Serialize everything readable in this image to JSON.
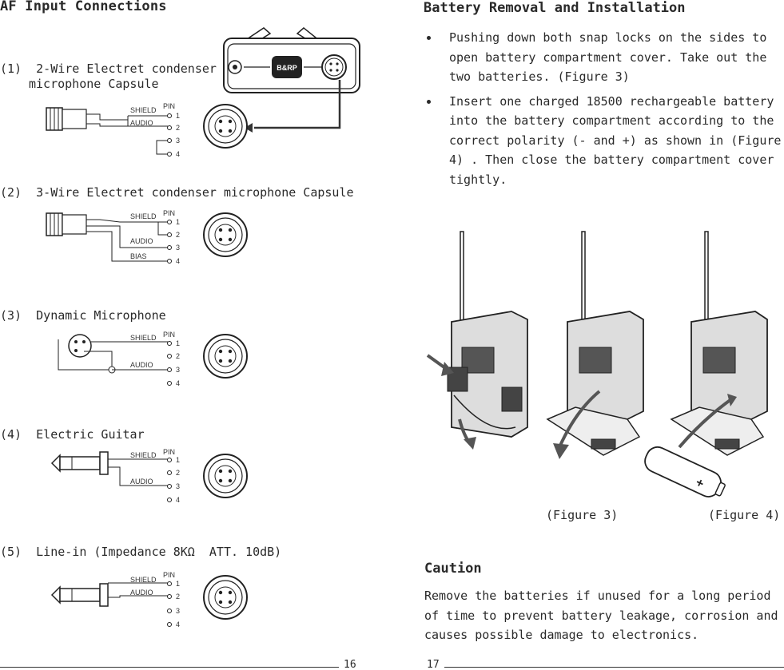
{
  "left": {
    "heading": "AF Input Connections",
    "sections": [
      {
        "num": "(1)",
        "title": "2-Wire Electret condenser",
        "title2": "microphone Capsule"
      },
      {
        "num": "(2)",
        "title": "3-Wire Electret condenser microphone Capsule"
      },
      {
        "num": "(3)",
        "title": "Dynamic Microphone"
      },
      {
        "num": "(4)",
        "title": "Electric Guitar"
      },
      {
        "num": "(5)",
        "title": "Line-in (Impedance 8KΩ  ATT. 10dB)"
      }
    ],
    "wiring_labels": {
      "shield": "SHIELD",
      "audio": "AUDIO",
      "bias": "BIAS",
      "pin": "PIN",
      "pins": [
        "1",
        "2",
        "3",
        "4"
      ]
    },
    "device_logo": "B&RP",
    "page_number": "16"
  },
  "right": {
    "heading": "Battery Removal and Installation",
    "bullets": [
      "Pushing down both snap locks on the sides to open battery compartment cover. Take out the two batteries. (Figure 3)",
      "Insert one charged 18500 rechargeable battery into the battery compartment according to the correct polarity (- and +) as shown in (Figure 4) . Then close the battery compartment cover tightly."
    ],
    "figure3_caption": "(Figure 3)",
    "figure4_caption": "(Figure 4)",
    "battery_symbol": "+",
    "caution_title": "Caution",
    "caution_text": "Remove the batteries if unused for a long period of time to prevent battery leakage, corrosion and causes possible damage to electronics.",
    "page_number": "17"
  }
}
